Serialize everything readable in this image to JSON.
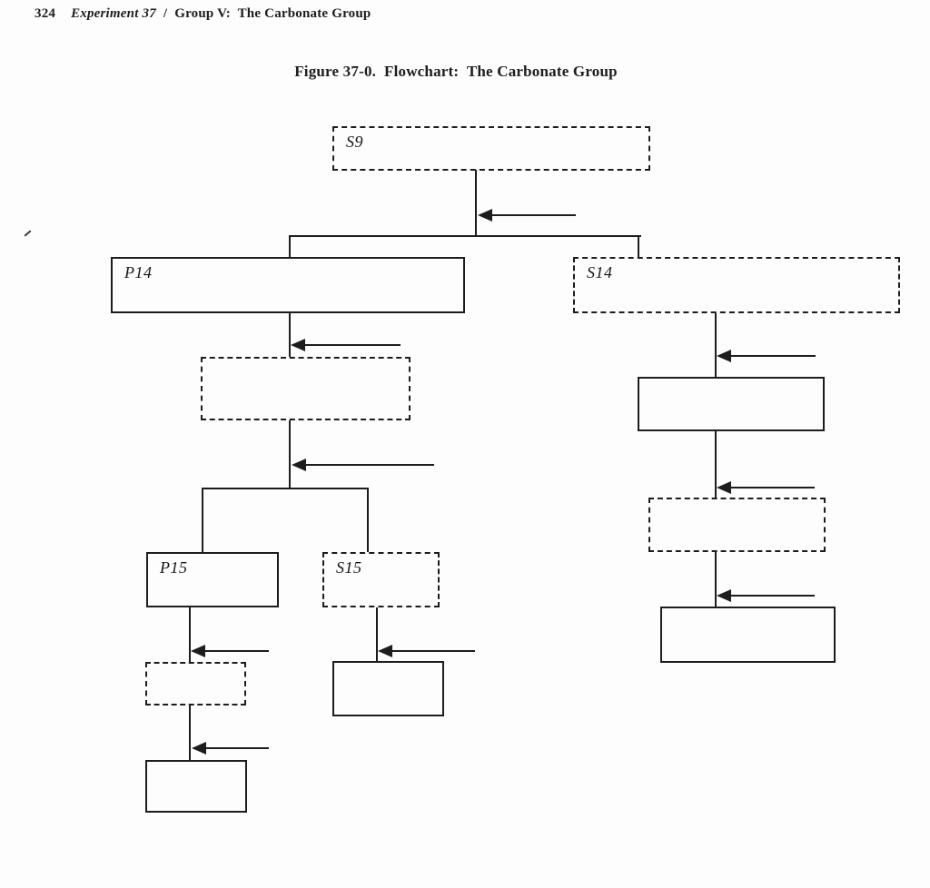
{
  "document": {
    "header": {
      "page_number": "324",
      "experiment": "Experiment 37",
      "separator": "/",
      "group_title": "Group V:  The Carbonate Group"
    },
    "figure_caption": "Figure 37-0.  Flowchart:  The Carbonate Group"
  },
  "flowchart": {
    "nodes": {
      "s9": {
        "label": "S9",
        "border": "dashed"
      },
      "p14": {
        "label": "P14",
        "border": "solid"
      },
      "s14": {
        "label": "S14",
        "border": "dashed"
      },
      "left_mid": {
        "label": "",
        "border": "dashed"
      },
      "p15": {
        "label": "P15",
        "border": "solid"
      },
      "s15": {
        "label": "S15",
        "border": "dashed"
      },
      "left_lower": {
        "label": "",
        "border": "dashed"
      },
      "left_bottom": {
        "label": "",
        "border": "solid"
      },
      "under_s15": {
        "label": "",
        "border": "solid"
      },
      "right_1": {
        "label": "",
        "border": "solid"
      },
      "right_2": {
        "label": "",
        "border": "dashed"
      },
      "right_3": {
        "label": "",
        "border": "solid"
      }
    },
    "edges": [
      {
        "from": "s9",
        "to": "p14"
      },
      {
        "from": "s9",
        "to": "s14"
      },
      {
        "from": "p14",
        "to": "left_mid"
      },
      {
        "from": "left_mid",
        "to": "p15"
      },
      {
        "from": "left_mid",
        "to": "s15"
      },
      {
        "from": "p15",
        "to": "left_lower"
      },
      {
        "from": "left_lower",
        "to": "left_bottom"
      },
      {
        "from": "s15",
        "to": "under_s15"
      },
      {
        "from": "s14",
        "to": "right_1"
      },
      {
        "from": "right_1",
        "to": "right_2"
      },
      {
        "from": "right_2",
        "to": "right_3"
      }
    ],
    "incoming_arrow_count": 9
  },
  "colors": {
    "ink": "#1d1d1d",
    "paper": "#fdfdfd"
  }
}
